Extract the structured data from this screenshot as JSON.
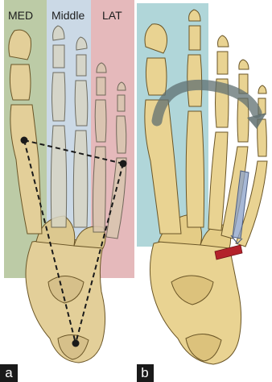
{
  "panel_a": {
    "letter": "a",
    "zones": [
      {
        "label": "MED",
        "color": "#8fa86a"
      },
      {
        "label": "Middle",
        "color": "#a9bfd6"
      },
      {
        "label": "LAT",
        "color": "#d48a8e"
      }
    ]
  },
  "panel_b": {
    "letter": "b",
    "zone_color": "#8fc4c9",
    "arrow_color": "#5f6f70",
    "osteotomy_color": "#b3222b",
    "implant_color": "#8aa0c8"
  },
  "colors": {
    "bone": "#e9d392",
    "bone_outline": "#6a5526",
    "line_color": "#1a1a1a"
  }
}
